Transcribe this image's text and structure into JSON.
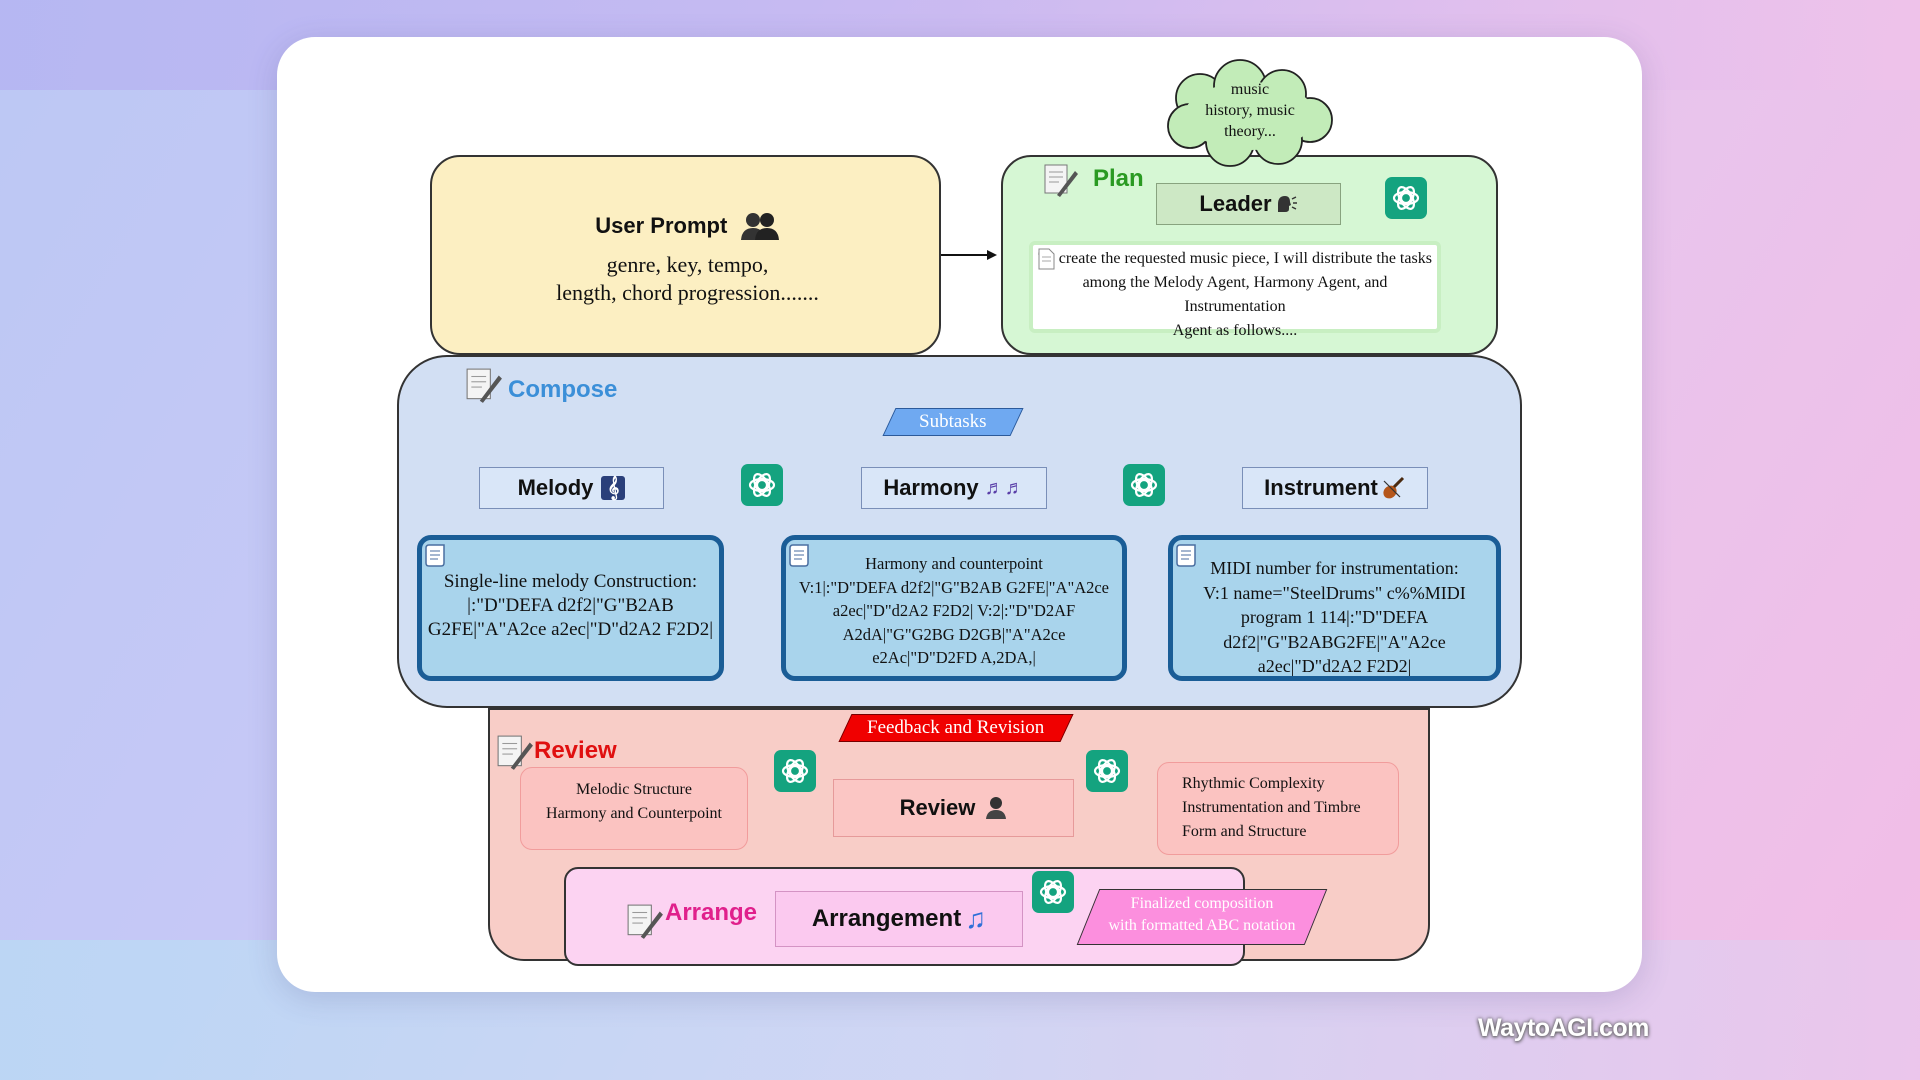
{
  "user_prompt": {
    "title": "User Prompt",
    "line1": "genre, key, tempo,",
    "line2": "length, chord progression......."
  },
  "plan": {
    "label": "Plan",
    "agent": "Leader",
    "thought": [
      "music",
      "history, music",
      "theory..."
    ],
    "output": [
      "To create the requested music piece, I will distribute the tasks",
      "among the Melody Agent, Harmony Agent, and Instrumentation",
      "Agent as follows...."
    ]
  },
  "compose": {
    "label": "Compose",
    "subtasks": "Subtasks",
    "agents": [
      "Melody",
      "Harmony",
      "Instrument"
    ],
    "melody_output": [
      "Single-line melody Construction:",
      "|:\"D\"DEFA d2f2|\"G\"B2AB",
      "G2FE|\"A\"A2ce a2ec|\"D\"d2A2 F2D2|"
    ],
    "harmony_output": [
      "Harmony and counterpoint",
      "V:1|:\"D\"DEFA d2f2|\"G\"B2AB G2FE|\"A\"A2ce",
      "a2ec|\"D\"d2A2 F2D2| V:2|:\"D\"D2AF",
      "A2dA|\"G\"G2BG D2GB|\"A\"A2ce",
      "e2Ac|\"D\"D2FD A,2DA,|"
    ],
    "instrument_output": [
      "MIDI number for instrumentation:",
      "V:1 name=\"SteelDrums\" c%%MIDI",
      "program 1 114|:\"D\"DEFA",
      "d2f2|\"G\"B2ABG2FE|\"A\"A2ce",
      "a2ec|\"D\"d2A2 F2D2|"
    ]
  },
  "feedback": "Feedback and Revision",
  "review": {
    "label": "Review",
    "agent": "Review",
    "left_criteria": [
      "Melodic Structure",
      "Harmony and Counterpoint"
    ],
    "right_criteria": [
      "Rhythmic Complexity",
      "Instrumentation and Timbre",
      "Form and Structure"
    ]
  },
  "arrange": {
    "label": "Arrange",
    "agent": "Arrangement",
    "output": [
      "Finalized composition",
      "with formatted ABC notation"
    ]
  },
  "colors": {
    "user_prompt": "#fcefc2",
    "plan": "#d6f7d4",
    "compose": "#d2dff3",
    "review": "#f8cdc7",
    "arrange": "#fcd3f2",
    "gpt": "#14a37f",
    "feedback": "#f00000"
  },
  "watermark": "WaytoAGI.com"
}
